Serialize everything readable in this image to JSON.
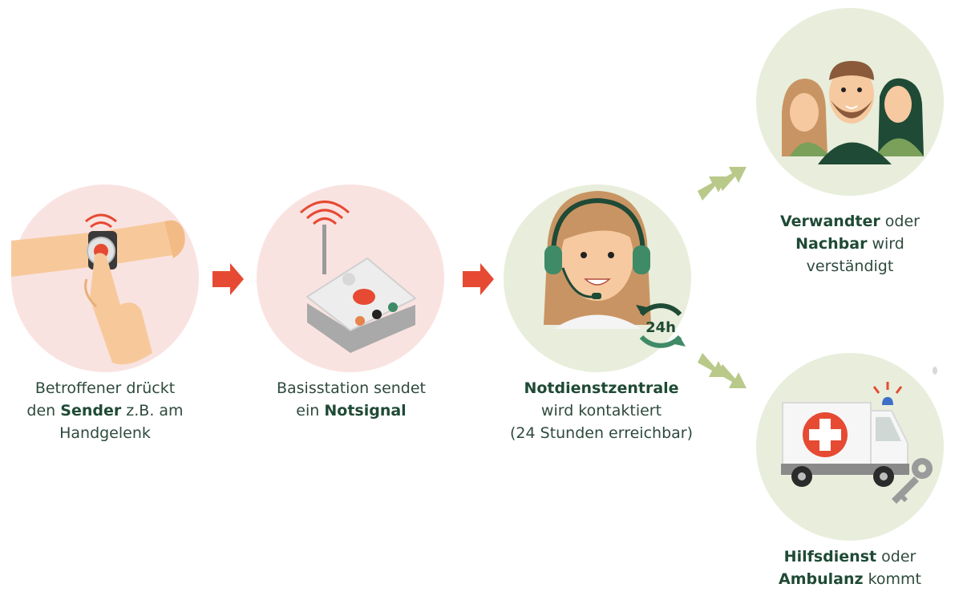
{
  "steps": {
    "sender": {
      "line1": "Betroffener drückt",
      "line2_pre": "den ",
      "line2_bold": "Sender",
      "line2_post": " z.B. am",
      "line3": "Handgelenk",
      "icon": "wrist-button-icon"
    },
    "base": {
      "line1": "Basisstation sendet",
      "line2_pre": "ein ",
      "line2_bold": "Notsignal",
      "icon": "base-station-icon"
    },
    "center": {
      "line1_bold": "Notdienstzentrale",
      "line2": "wird kontaktiert",
      "line3": "(24 Stunden erreichbar)",
      "badge": "24h",
      "icon": "headset-operator-icon"
    },
    "relatives": {
      "line1_bold": "Verwandter",
      "line1_post": " oder",
      "line2_bold": "Nachbar",
      "line2_post": " wird",
      "line3": "verständigt",
      "icon": "family-icon"
    },
    "ambulance": {
      "line1_bold": "Hilfsdienst",
      "line1_post": " oder",
      "line2_bold": "Ambulanz",
      "line2_post": " kommt",
      "icon": "ambulance-icon"
    }
  },
  "colors": {
    "pink_circle": "#f9e3e1",
    "green_circle": "#e8eedb",
    "red_arrow": "#e64a33",
    "green_arrow": "#b9c98a",
    "dark_green": "#1f4a36",
    "text": "#2e4a3d"
  }
}
